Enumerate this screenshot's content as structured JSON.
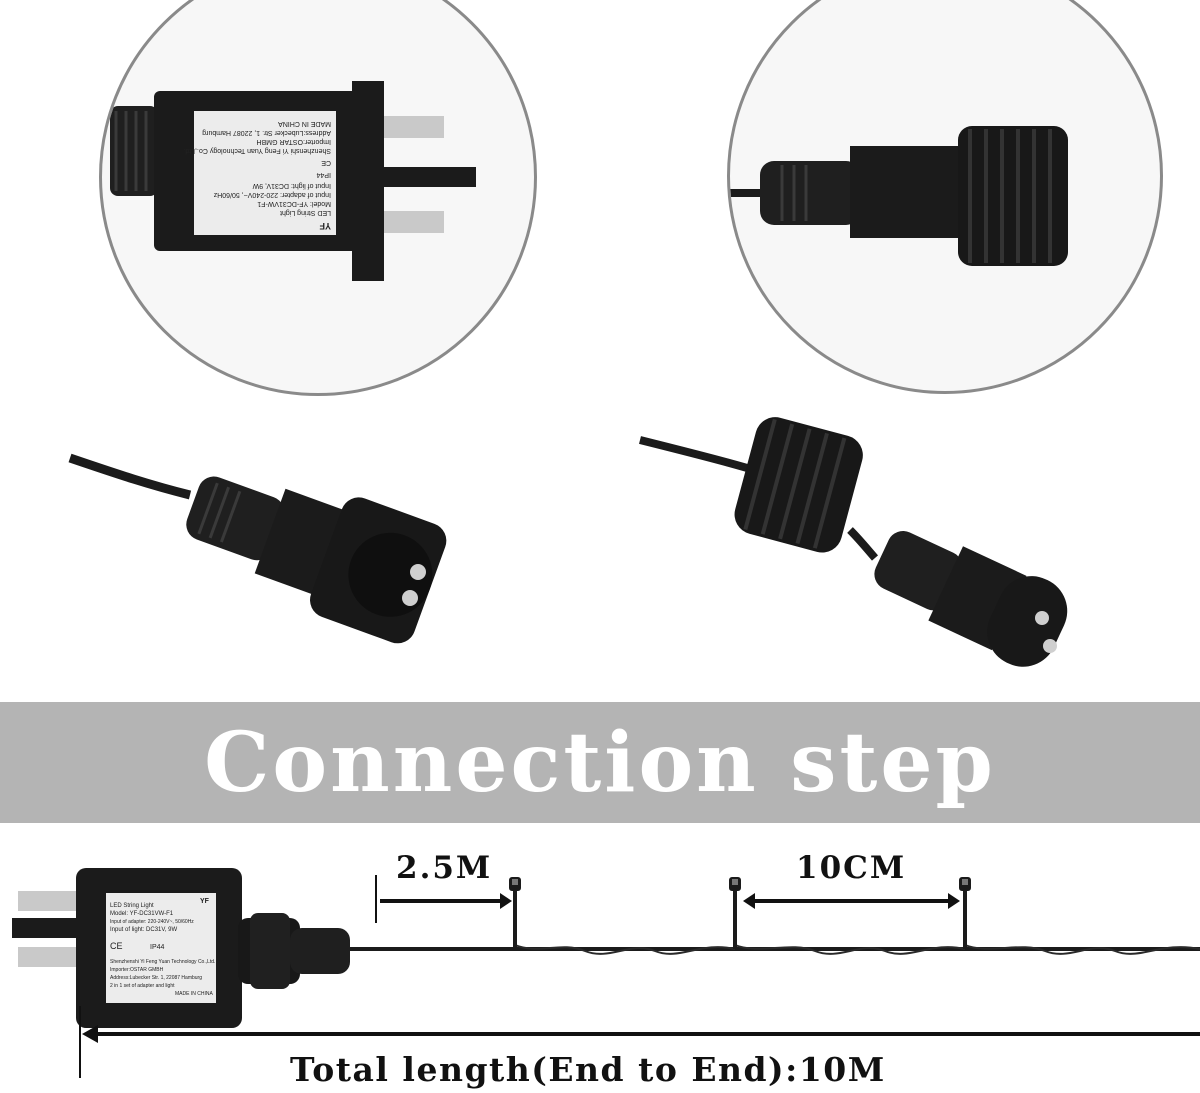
{
  "banner": {
    "title": "Connection step"
  },
  "dimensions": {
    "bulb_spacing_start": "2.5M",
    "bulb_spacing": "10CM",
    "total_length": "Total length(End to End):10M"
  },
  "adapter_label": {
    "brand": "YF",
    "product": "LED String Light",
    "model": "Model: YF-DC31VW-F1",
    "input_adapter": "Input of adapter: 220-240V~, 50/60Hz",
    "input_light": "Input of light: DC31V, 9W",
    "manufacturer": "Shenzhenshi Yi Feng Yuan Technology Co.,Ltd.",
    "importer": "Importer:OSTAR GMBH",
    "address": "Address:Lubecker Str. 1, 22087 Hamburg",
    "set_note": "2 in 1 set of adapter and light",
    "rating": "IP44",
    "marks": "CE",
    "origin": "MADE IN CHINA"
  },
  "colors": {
    "banner": "#b4b4b4",
    "product": "#1b1b1b",
    "background": "#ffffff"
  }
}
